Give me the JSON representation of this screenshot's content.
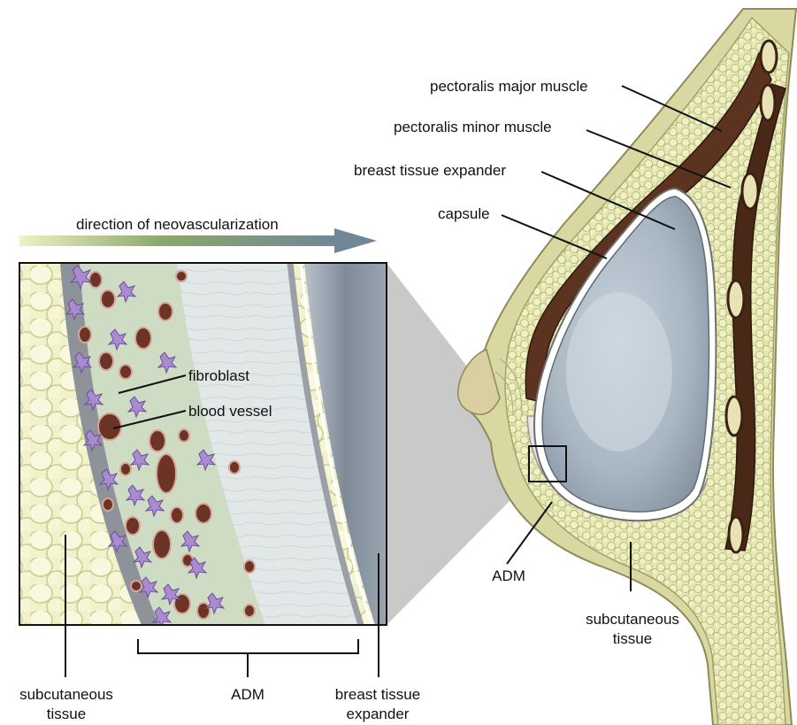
{
  "header": {
    "direction_label": "direction of neovascularization"
  },
  "inset_labels": {
    "fibroblast": "fibroblast",
    "blood_vessel": "blood vessel",
    "subcutaneous_tissue_line1": "subcutaneous",
    "subcutaneous_tissue_line2": "tissue",
    "adm": "ADM",
    "expander_line1": "breast tissue",
    "expander_line2": "expander"
  },
  "anatomy_labels": {
    "pectoralis_major": "pectoralis major muscle",
    "pectoralis_minor": "pectoralis minor muscle",
    "tissue_expander": "breast tissue expander",
    "capsule": "capsule",
    "adm": "ADM",
    "subcutaneous_line1": "subcutaneous",
    "subcutaneous_line2": "tissue"
  },
  "colors": {
    "subcutaneous_fat": "#eef0c8",
    "fat_outline": "#c9cc8e",
    "muscle": "#5b3320",
    "capsule_zone": "#c8d6b8",
    "adm_matrix": "#dfe5ea",
    "expander": "#8f9aa6",
    "fibroblast": "#a98bd0",
    "vessel": "#6b3425"
  }
}
